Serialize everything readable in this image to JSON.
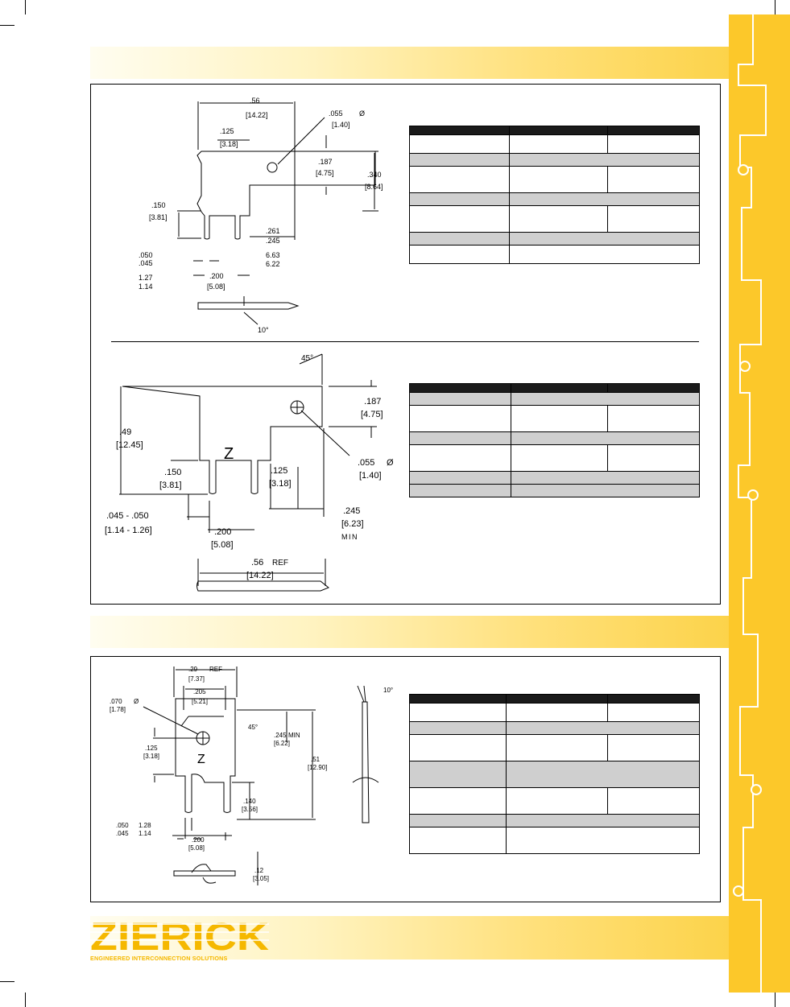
{
  "brand": {
    "name": "ZIERICK",
    "tagline": "ENGINEERED INTERCONNECTION SOLUTIONS",
    "accent_color": "#fcc82a"
  },
  "drawing1": {
    "labels": {
      "width_in": ".56",
      "width_mm": "[14.22]",
      "hole_in": ".055",
      "hole_sym": "Ø",
      "hole_mm": "[1.40]",
      "offset_in": ".125",
      "offset_mm": "[3.18]",
      "tab_in": ".187",
      "tab_mm": "[4.75]",
      "height_in": ".340",
      "height_mm": "[8.64]",
      "leg_in": ".150",
      "leg_mm": "[3.81]",
      "legw_in_a": ".050",
      "legw_in_b": ".045",
      "legw_mm_a": "1.27",
      "legw_mm_b": "1.14",
      "pitch_in": ".200",
      "pitch_mm": "[5.08]",
      "side_in_a": ".261",
      "side_in_b": ".245",
      "side_mm_a": "6.63",
      "side_mm_b": "6.22",
      "angle": "10°"
    }
  },
  "drawing2": {
    "labels": {
      "angle": "45°",
      "tab_in": ".187",
      "tab_mm": "[4.75]",
      "height_in": ".49",
      "height_mm": "[12.45]",
      "mark": "Z",
      "leg_in": ".150",
      "leg_mm": "[3.81]",
      "offset_in": ".125",
      "offset_mm": "[3.18]",
      "hole_in": ".055",
      "hole_sym": "Ø",
      "hole_mm": "[1.40]",
      "legw_in": ".045 - .050",
      "legw_mm": "[1.14 - 1.26]",
      "pitch_in": ".200",
      "pitch_mm": "[5.08]",
      "side_in": ".245",
      "side_mm": "[6.23]",
      "side_note": "MIN",
      "ref_in": ".56",
      "ref_note": "REF",
      "ref_mm": "[14.22]"
    }
  },
  "drawing3": {
    "labels": {
      "ref_in": ".29",
      "ref_note": "REF",
      "ref_mm": "[7.37]",
      "inner_in": ".205",
      "inner_mm": "[5.21]",
      "hole_in": ".070",
      "hole_sym": "Ø",
      "hole_mm": "[1.78]",
      "angle45": "45°",
      "side_in": ".245",
      "side_note": "MIN",
      "side_mm": "[6.22]",
      "height_in": ".51",
      "height_mm": "[12.90]",
      "offset_in": ".125",
      "offset_mm": "[3.18]",
      "mark": "Z",
      "leg_in": ".140",
      "leg_mm": "[3.56]",
      "legw_in_a": ".050",
      "legw_mm_a": "1.28",
      "legw_in_b": ".045",
      "legw_mm_b": "1.14",
      "pitch_in": ".200",
      "pitch_mm": "[5.08]",
      "thick_in": ".12",
      "thick_mm": "[3.05]",
      "angle10": "10°"
    }
  }
}
